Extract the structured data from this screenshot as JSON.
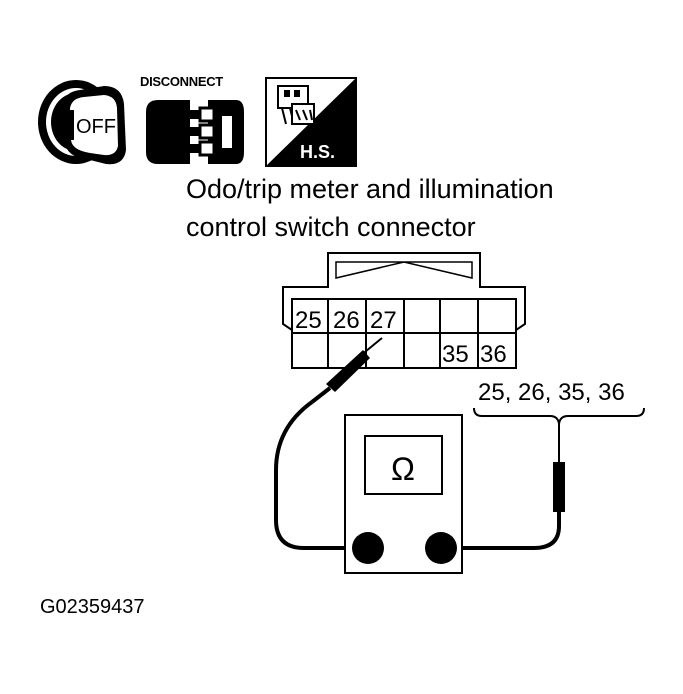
{
  "icons": {
    "ignition_key_text": "OFF",
    "disconnect_label": "DISCONNECT",
    "harness_side_label": "H.S."
  },
  "connector": {
    "title_line1": "Odo/trip meter and illumination",
    "title_line2": "control switch connector",
    "terminals_top": [
      "25",
      "26",
      "27"
    ],
    "terminals_bottom": [
      "35",
      "36"
    ]
  },
  "meter": {
    "symbol": "Ω",
    "probe_terminals_label": "25, 26, 35, 36"
  },
  "figure_code": "G02359437"
}
